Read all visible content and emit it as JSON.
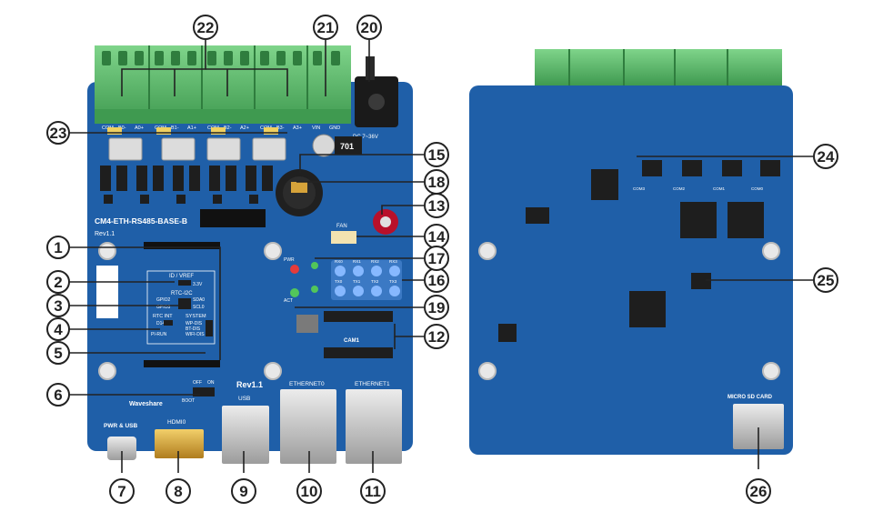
{
  "board": {
    "name": "CM4-ETH-RS485-BASE-B",
    "rev_top": "Rev1.1",
    "rev_mid": "Rev1.1",
    "power_label": "DC 7~36V",
    "chip_701": "701",
    "brand": "Waveshare",
    "fan_label": "FAN",
    "cam_label": "CAM1",
    "pwr_usb_label": "PWR & USB",
    "hdmi_label": "HDMI0",
    "usb_label": "USB",
    "eth0_label": "ETHERNET0",
    "eth1_label": "ETHERNET1",
    "sd_label": "MICRO SD CARD",
    "vin_label": "VIN",
    "gnd_label": "GND",
    "terminal_labels": [
      "COM",
      "B0-",
      "A0+",
      "COM",
      "B1-",
      "A1+",
      "COM",
      "B2-",
      "A2+",
      "COM",
      "B3-",
      "A3+"
    ],
    "io_panel": {
      "idi_title": "ID / VREF",
      "v33": "3.3V",
      "rtc_title": "RTC-I2C",
      "gpio2": "GPIO2",
      "gpio3": "GPIO3",
      "sda0": "SDA0",
      "scl0": "SCL0",
      "rtc_int": "RTC INT",
      "system": "SYSTEM",
      "d14": "D14",
      "pi_run": "PI-RUN",
      "wp_dis": "WP-DIS",
      "bt_dis": "BT-DIS",
      "wifi_dis": "WIFI-DIS"
    },
    "boot_labels": [
      "OFF",
      "ON",
      "BOOT"
    ],
    "led_labels": {
      "pwr": "PWR",
      "act": "ACT",
      "rx_top": [
        "RX0",
        "RX1",
        "RX2",
        "RX3"
      ],
      "tx_bottom": [
        "TX0",
        "TX1",
        "TX2",
        "TX3"
      ]
    },
    "back_com_labels": [
      "COM3",
      "COM2",
      "COM1",
      "COM0"
    ]
  },
  "callouts": {
    "n1": "1",
    "n2": "2",
    "n3": "3",
    "n4": "4",
    "n5": "5",
    "n6": "6",
    "n7": "7",
    "n8": "8",
    "n9": "9",
    "n10": "10",
    "n11": "11",
    "n12": "12",
    "n13": "13",
    "n14": "14",
    "n15": "15",
    "n16": "16",
    "n17": "17",
    "n18": "18",
    "n19": "19",
    "n20": "20",
    "n21": "21",
    "n22": "22",
    "n23": "23",
    "n24": "24",
    "n25": "25",
    "n26": "26"
  },
  "colors": {
    "pcb": "#1f5fa8",
    "pcb_dark": "#174a86",
    "terminal": "#5bbf6a",
    "terminal_dark": "#3f9a50",
    "metal": "#c8c8c8",
    "chip": "#1e1e1e",
    "gold": "#d6a33a",
    "callout_ring": "#222222"
  }
}
